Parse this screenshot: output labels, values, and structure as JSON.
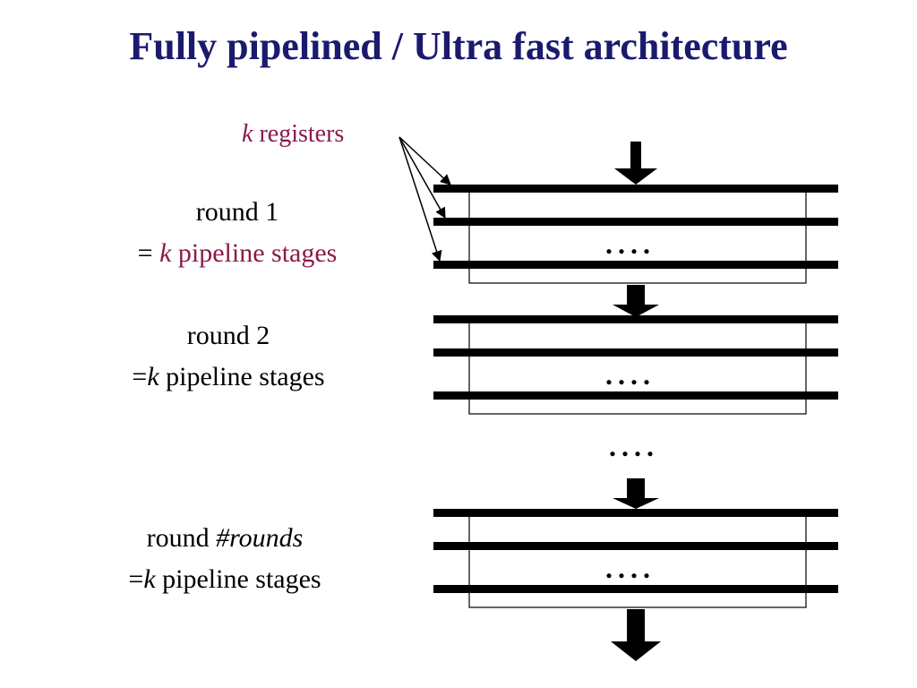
{
  "title": "Fully pipelined / Ultra fast architecture",
  "registers_label": {
    "k": "k",
    "text": " registers"
  },
  "rounds": [
    {
      "line1_text": "round 1",
      "line1_italic": "",
      "eq": "= ",
      "k": "k",
      "rest": " pipeline stages",
      "highlight": true
    },
    {
      "line1_text": "round 2",
      "line1_italic": "",
      "eq": "=",
      "k": "k",
      "rest": " pipeline stages",
      "highlight": false
    },
    {
      "line1_text": "round ",
      "line1_italic": "#rounds",
      "eq": "=",
      "k": "k",
      "rest": " pipeline stages",
      "highlight": false
    }
  ],
  "ellipsis": "....",
  "colors": {
    "title": "#1a1a6e",
    "accent": "#8b1a4a",
    "text": "#000000"
  }
}
